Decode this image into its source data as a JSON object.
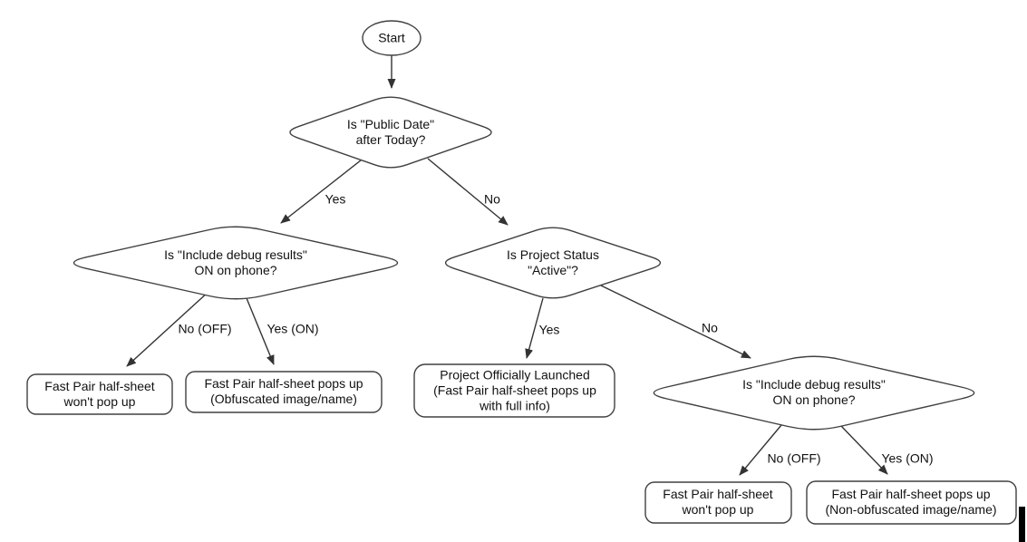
{
  "flowchart": {
    "nodes": {
      "start": {
        "type": "start",
        "lines": [
          "Start"
        ]
      },
      "d1": {
        "type": "decision",
        "lines": [
          "Is \"Public Date\"",
          "after Today?"
        ]
      },
      "d2": {
        "type": "decision",
        "lines": [
          "Is \"Include debug results\"",
          "ON on phone?"
        ]
      },
      "d3": {
        "type": "decision",
        "lines": [
          "Is Project Status",
          "\"Active\"?"
        ]
      },
      "d4": {
        "type": "decision",
        "lines": [
          "Is \"Include debug results\"",
          "ON on phone?"
        ]
      },
      "leaf_wont_pop_left": {
        "type": "terminal",
        "lines": [
          "Fast Pair half-sheet",
          "won't pop up"
        ]
      },
      "leaf_obfuscated": {
        "type": "terminal",
        "lines": [
          "Fast Pair half-sheet pops up",
          "(Obfuscated image/name)"
        ]
      },
      "leaf_launched": {
        "type": "terminal",
        "lines": [
          "Project Officially Launched",
          "(Fast Pair half-sheet pops up",
          "with full info)"
        ]
      },
      "leaf_wont_pop_right": {
        "type": "terminal",
        "lines": [
          "Fast Pair half-sheet",
          "won't pop up"
        ]
      },
      "leaf_non_obfuscated": {
        "type": "terminal",
        "lines": [
          "Fast Pair half-sheet pops up",
          "(Non-obfuscated image/name)"
        ]
      }
    },
    "edge_labels": {
      "d1_yes": "Yes",
      "d1_no": "No",
      "d2_no_off": "No (OFF)",
      "d2_yes_on": "Yes (ON)",
      "d3_yes": "Yes",
      "d3_no": "No",
      "d4_no_off": "No (OFF)",
      "d4_yes_on": "Yes (ON)"
    },
    "colors": {
      "background": "#ffffff",
      "shape_fill": "#ffffff",
      "shape_stroke": "#404040",
      "connector": "#333333",
      "text": "#111111",
      "caret": "#000000"
    }
  }
}
